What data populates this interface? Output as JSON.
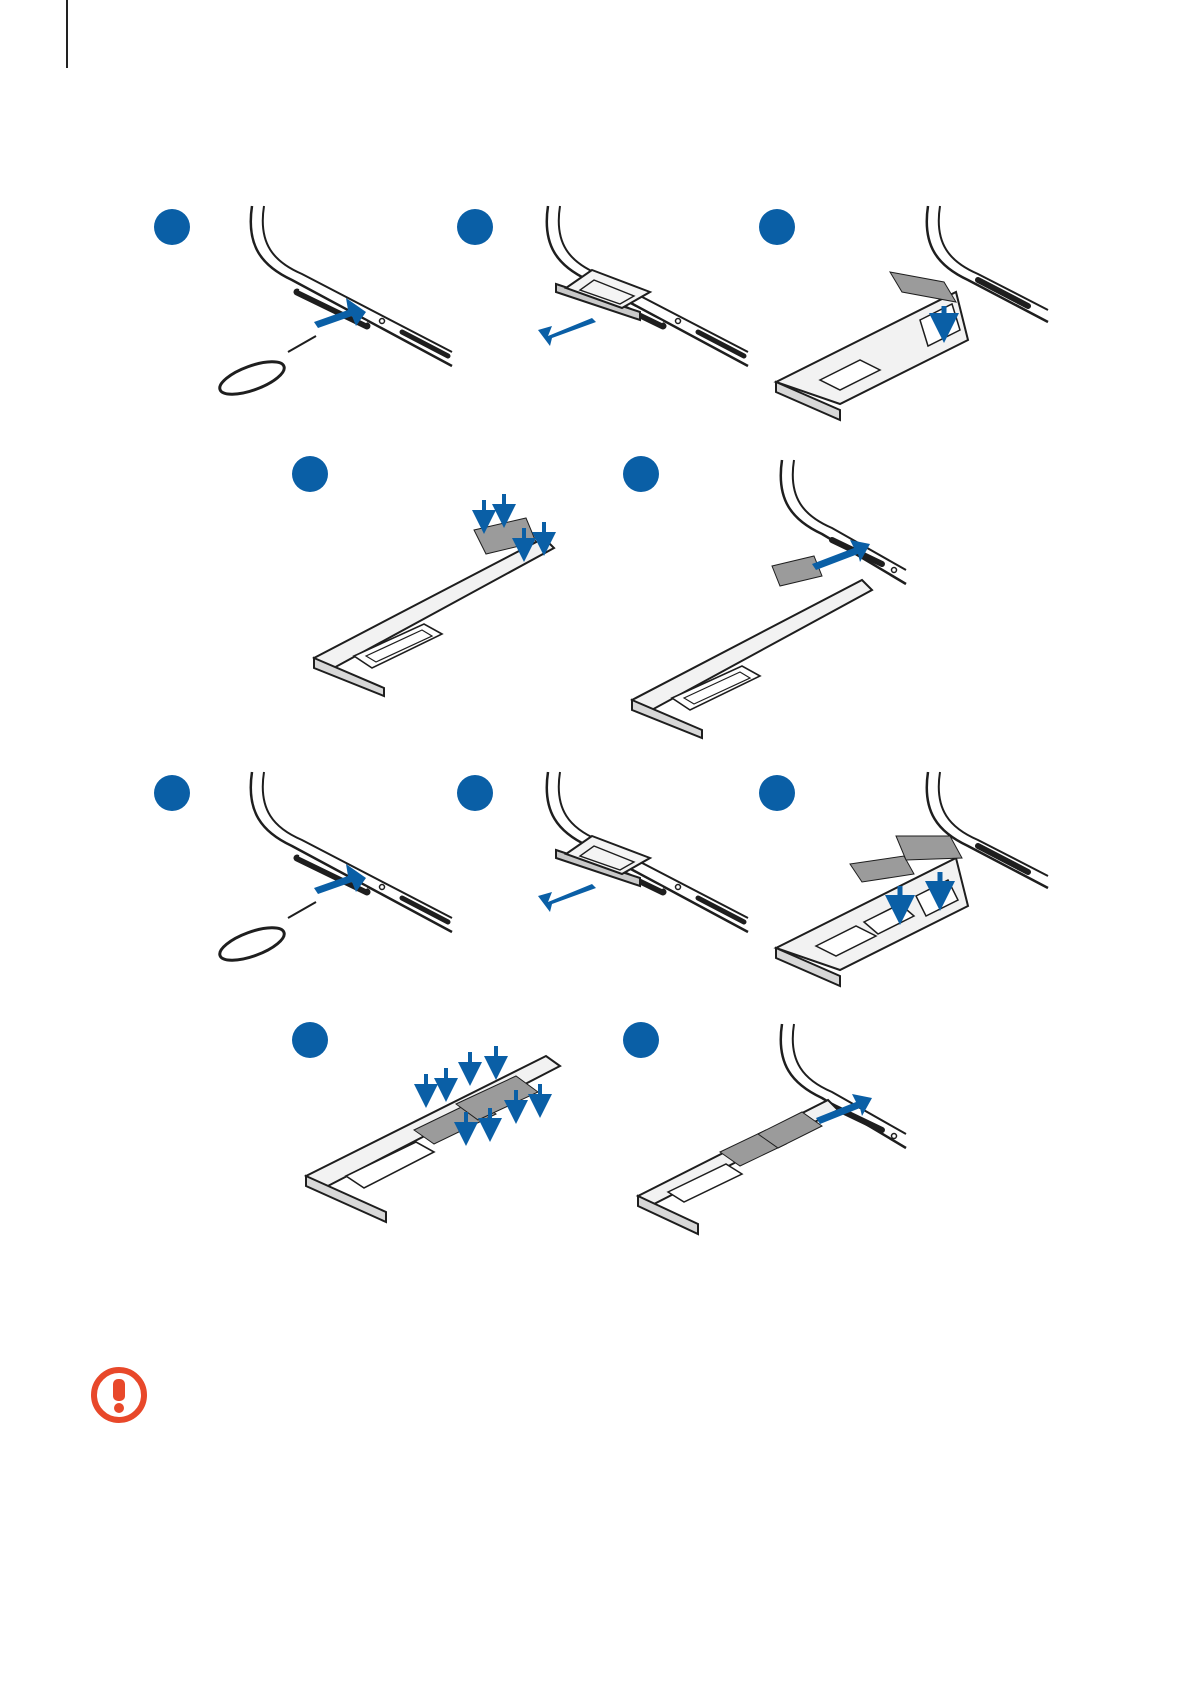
{
  "page": {
    "background": "#ffffff",
    "accent": "#0a5fa6",
    "outline": "#1e1e1e",
    "tray": "#f2f2f2",
    "sim": "#9b9b9b",
    "warning": "#e8482a"
  },
  "sections": [
    {
      "id": "single-sim",
      "steps": [
        "step-1",
        "step-2",
        "step-3",
        "step-4",
        "step-5"
      ]
    },
    {
      "id": "dual-sim",
      "steps": [
        "step-1",
        "step-2",
        "step-3",
        "step-4",
        "step-5"
      ]
    }
  ],
  "icons": {
    "step_marker": "circle",
    "warning": "caution-icon"
  }
}
